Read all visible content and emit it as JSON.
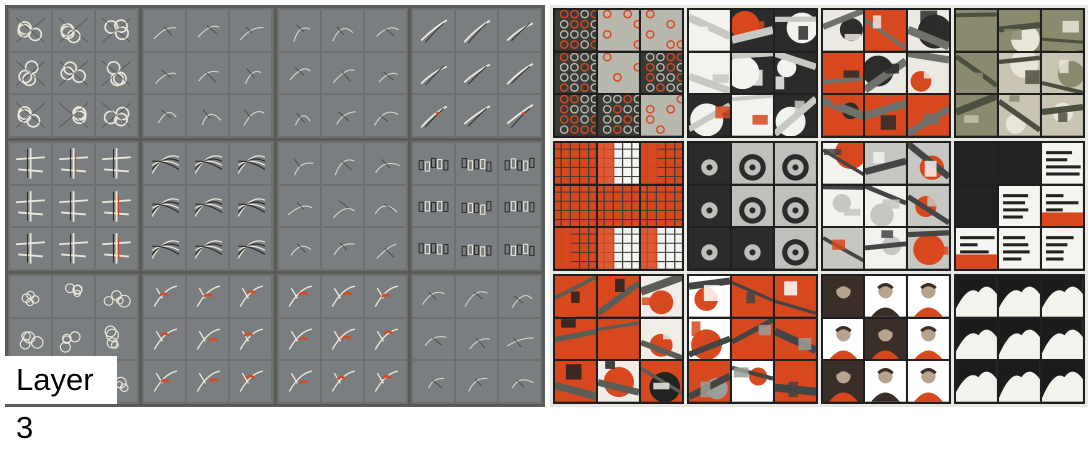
{
  "figure": {
    "label": "Layer 3",
    "left_panel": {
      "grid_rows": 3,
      "grid_cols": 4,
      "cells_per_block": 9
    },
    "right_panel": {
      "grid_rows": 3,
      "grid_cols": 4,
      "cells_per_block": 9
    }
  },
  "colors": {
    "visualization_gray": "#7b7e80",
    "separator_dark": "#5a5a57",
    "accent_orange": "#d8481f",
    "stroke_light": "#e9e8da",
    "stroke_dark": "#2c2c2c"
  },
  "left_blocks": [
    {
      "motif": "rings"
    },
    {
      "motif": "faint-curves"
    },
    {
      "motif": "faint-curves"
    },
    {
      "motif": "diagonal-strokes"
    },
    {
      "motif": "crosses"
    },
    {
      "motif": "fan-curves"
    },
    {
      "motif": "faint-curves"
    },
    {
      "motif": "text-marks"
    },
    {
      "motif": "blobs"
    },
    {
      "motif": "red-branches"
    },
    {
      "motif": "red-branches"
    },
    {
      "motif": "faint-curves"
    }
  ],
  "right_blocks": [
    {
      "theme": "honeycomb-mesh"
    },
    {
      "theme": "people-legs"
    },
    {
      "theme": "orange-objects"
    },
    {
      "theme": "animal-fur"
    },
    {
      "theme": "grid-buildings"
    },
    {
      "theme": "car-wheels"
    },
    {
      "theme": "silver-cars"
    },
    {
      "theme": "printed-text"
    },
    {
      "theme": "orange-round-objects"
    },
    {
      "theme": "orange-shapes"
    },
    {
      "theme": "people-faces"
    },
    {
      "theme": "white-flowers"
    }
  ]
}
